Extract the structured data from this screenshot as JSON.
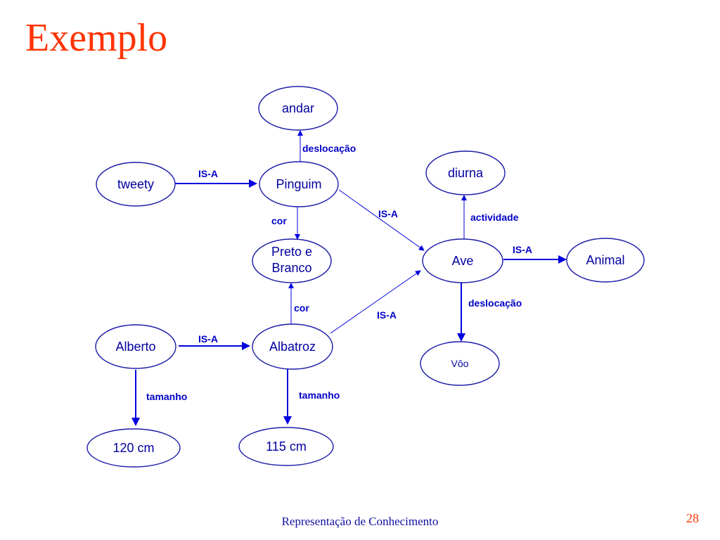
{
  "slide": {
    "title": "Exemplo",
    "footer": "Representação de Conhecimento",
    "page_number": "28"
  },
  "nodes": {
    "andar": "andar",
    "tweety": "tweety",
    "pinguim": "Pinguim",
    "diurna": "diurna",
    "preto_branco_line1": "Preto e",
    "preto_branco_line2": "Branco",
    "ave": "Ave",
    "animal": "Animal",
    "alberto": "Alberto",
    "albatroz": "Albatroz",
    "voo": "Vôo",
    "cm120": "120 cm",
    "cm115": "115 cm"
  },
  "edges": {
    "pinguim_andar": "deslocação",
    "tweety_pinguim": "IS-A",
    "pinguim_ave": "IS-A",
    "pinguim_cor": "cor",
    "ave_diurna": "actividade",
    "ave_animal": "IS-A",
    "albatroz_cor": "cor",
    "albatroz_ave": "IS-A",
    "ave_voo": "deslocação",
    "alberto_albatroz": "IS-A",
    "alberto_tamanho": "tamanho",
    "albatroz_tamanho": "tamanho"
  },
  "colors": {
    "title": "#ff3300",
    "node_stroke": "#1a1aa8",
    "edge": "#0000e0",
    "label": "#0000c8"
  }
}
